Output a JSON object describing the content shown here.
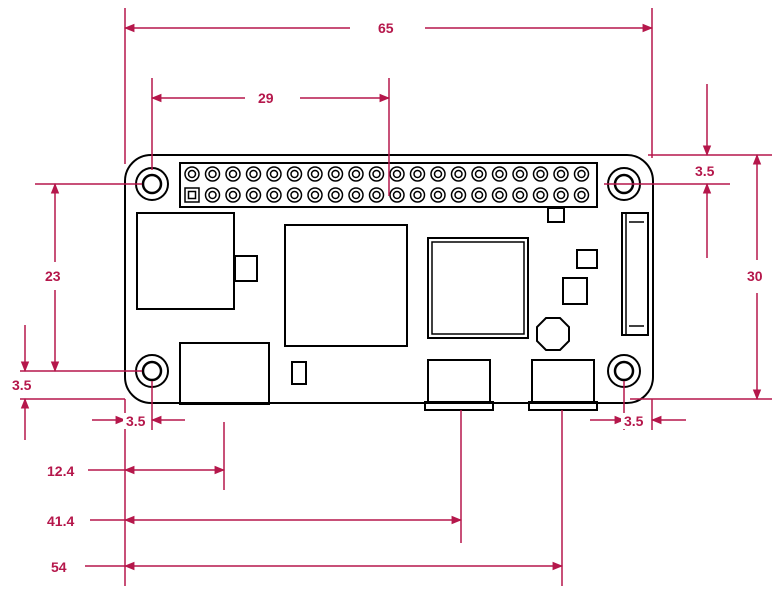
{
  "colors": {
    "dimension": "#b5174b",
    "outline": "#000000",
    "background": "#ffffff"
  },
  "dimensions": {
    "board_width": "65",
    "header_offset": "29",
    "board_height": "30",
    "hole_top_offset": "3.5",
    "hole_vertical_spacing": "23",
    "hole_bottom_offset": "3.5",
    "hole_left_offset": "3.5",
    "hole_right_offset": "3.5",
    "port_offset_1": "12.4",
    "port_offset_2": "41.4",
    "port_offset_3": "54"
  },
  "gpio_header": {
    "rows": 2,
    "columns": 20
  }
}
